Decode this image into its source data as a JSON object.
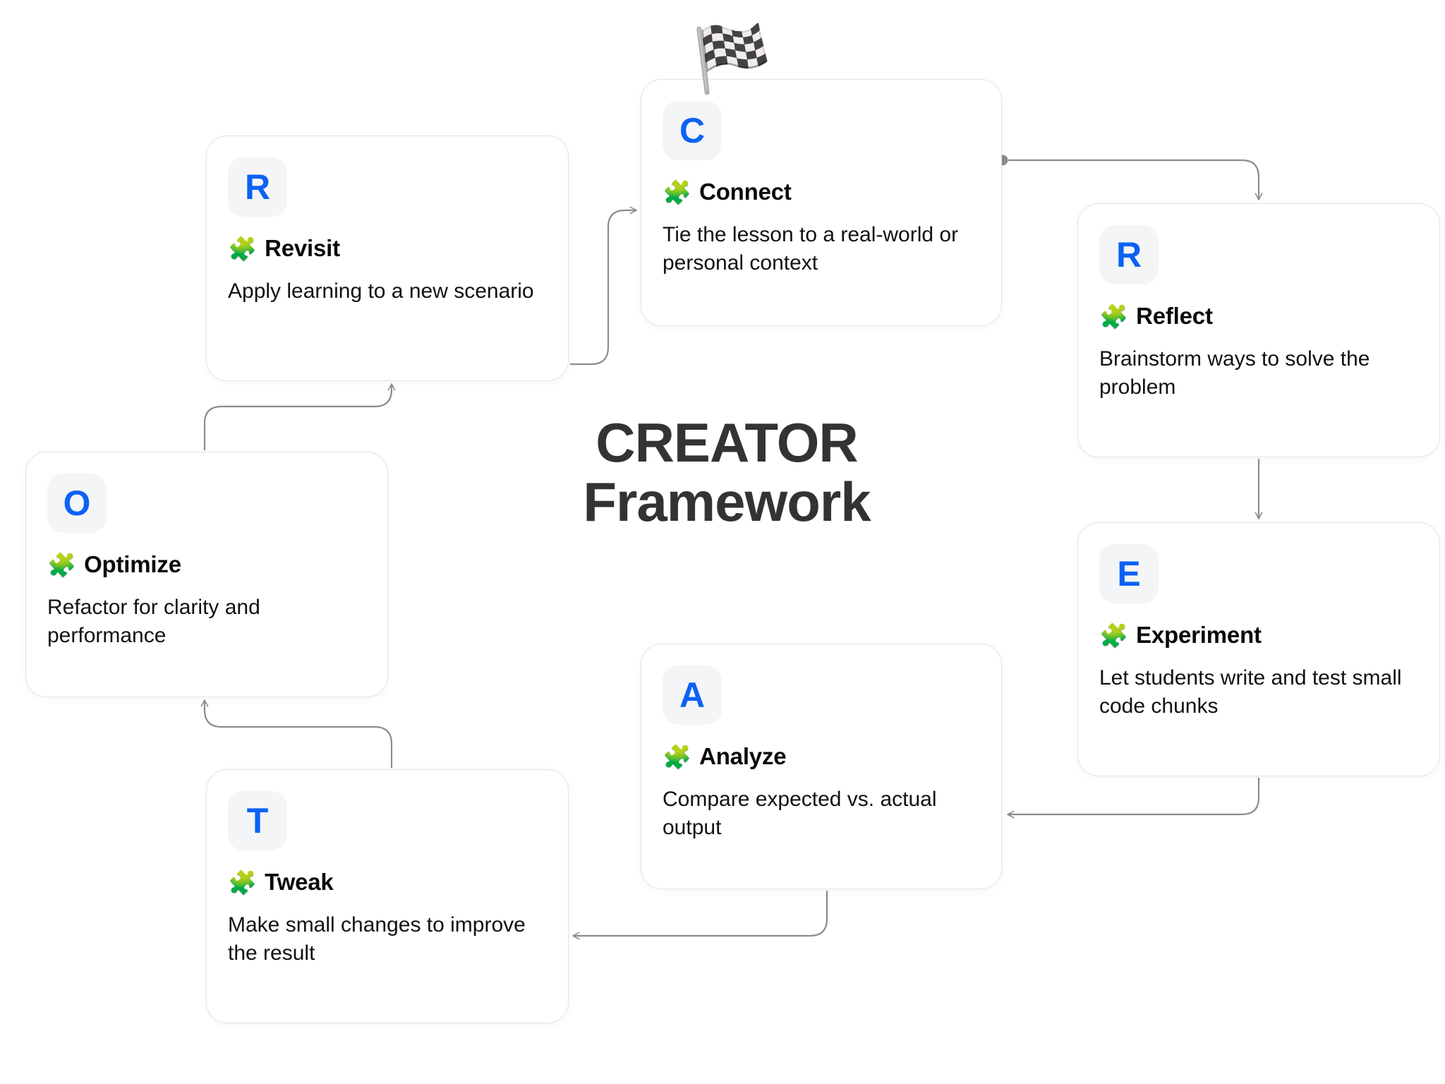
{
  "title": {
    "line1": "CREATOR",
    "line2": "Framework"
  },
  "decor": {
    "flag_icon": "🏁",
    "puzzle_icon": "🧩"
  },
  "colors": {
    "accent": "#0b62f5",
    "card_bg": "#ffffff",
    "card_border": "#e4e4e6",
    "badge_bg": "#f4f5f6",
    "title_color": "#333333",
    "connector": "#8c8c8c",
    "text": "#111111"
  },
  "cards": [
    {
      "id": "connect",
      "letter": "C",
      "name": "Connect",
      "description": "Tie the lesson to a real-world or personal context"
    },
    {
      "id": "reflect",
      "letter": "R",
      "name": "Reflect",
      "description": "Brainstorm ways to solve the problem"
    },
    {
      "id": "experiment",
      "letter": "E",
      "name": "Experiment",
      "description": "Let students write and test small code chunks"
    },
    {
      "id": "analyze",
      "letter": "A",
      "name": "Analyze",
      "description": "Compare expected vs. actual output"
    },
    {
      "id": "tweak",
      "letter": "T",
      "name": "Tweak",
      "description": "Make small changes to improve the result"
    },
    {
      "id": "optimize",
      "letter": "O",
      "name": "Optimize",
      "description": "Refactor for clarity and performance"
    },
    {
      "id": "revisit",
      "letter": "R",
      "name": "Revisit",
      "description": "Apply learning to a new scenario"
    }
  ],
  "connections": [
    {
      "from": "connect",
      "to": "reflect"
    },
    {
      "from": "reflect",
      "to": "experiment"
    },
    {
      "from": "experiment",
      "to": "analyze"
    },
    {
      "from": "analyze",
      "to": "tweak"
    },
    {
      "from": "tweak",
      "to": "optimize"
    },
    {
      "from": "optimize",
      "to": "revisit"
    },
    {
      "from": "revisit",
      "to": "connect"
    }
  ]
}
